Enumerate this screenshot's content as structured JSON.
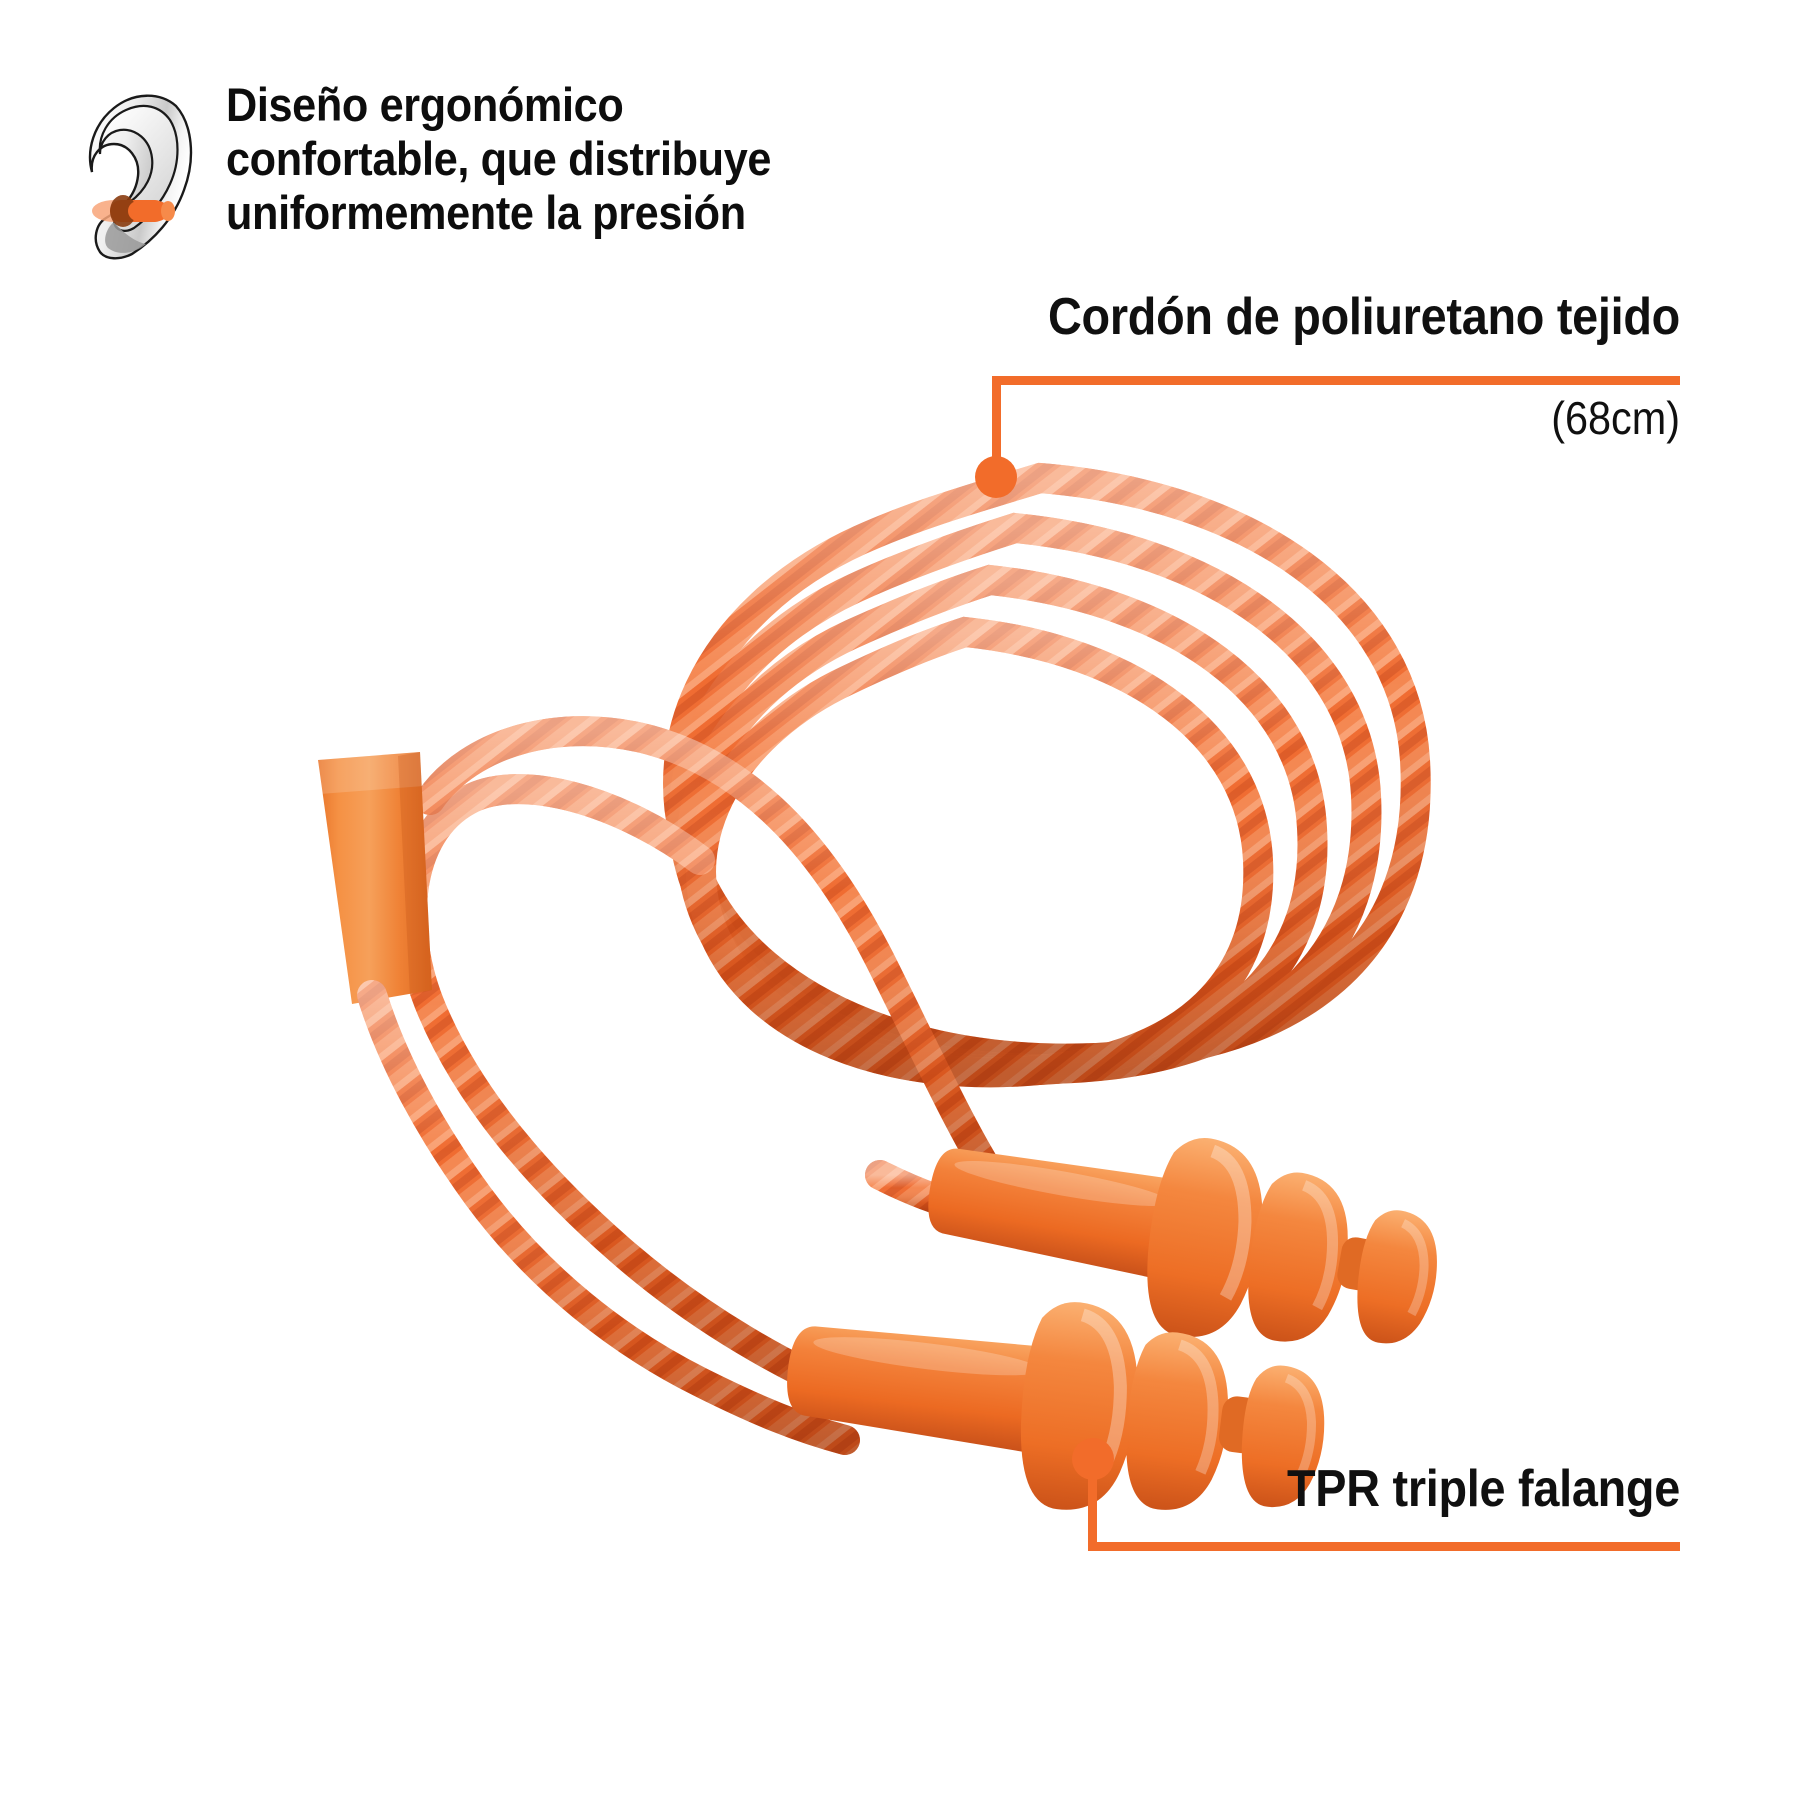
{
  "page": {
    "background_color": "#ffffff",
    "accent_color": "#f26c2a",
    "text_color": "#101010"
  },
  "feature": {
    "icon": "ear-with-earplug-icon",
    "text": "Diseño ergonómico\nconfortable, que distribuye\nuniformemente la presión"
  },
  "annotations": [
    {
      "id": "cord",
      "label": "Cordón de poliuretano tejido",
      "sublabel": "(68cm)",
      "marker": "callout-dot"
    },
    {
      "id": "flange",
      "label": "TPR triple falange",
      "sublabel": "",
      "marker": "callout-dot"
    }
  ],
  "product": {
    "name": "corded-earplugs",
    "cord_color": "#ef6426",
    "cord_highlight": "#f8a070",
    "cord_shadow": "#c8441a",
    "plug_color": "#f07d33",
    "plug_highlight": "#f9a561",
    "plug_shadow": "#d4601f",
    "slider_color": "#f08a3c"
  }
}
